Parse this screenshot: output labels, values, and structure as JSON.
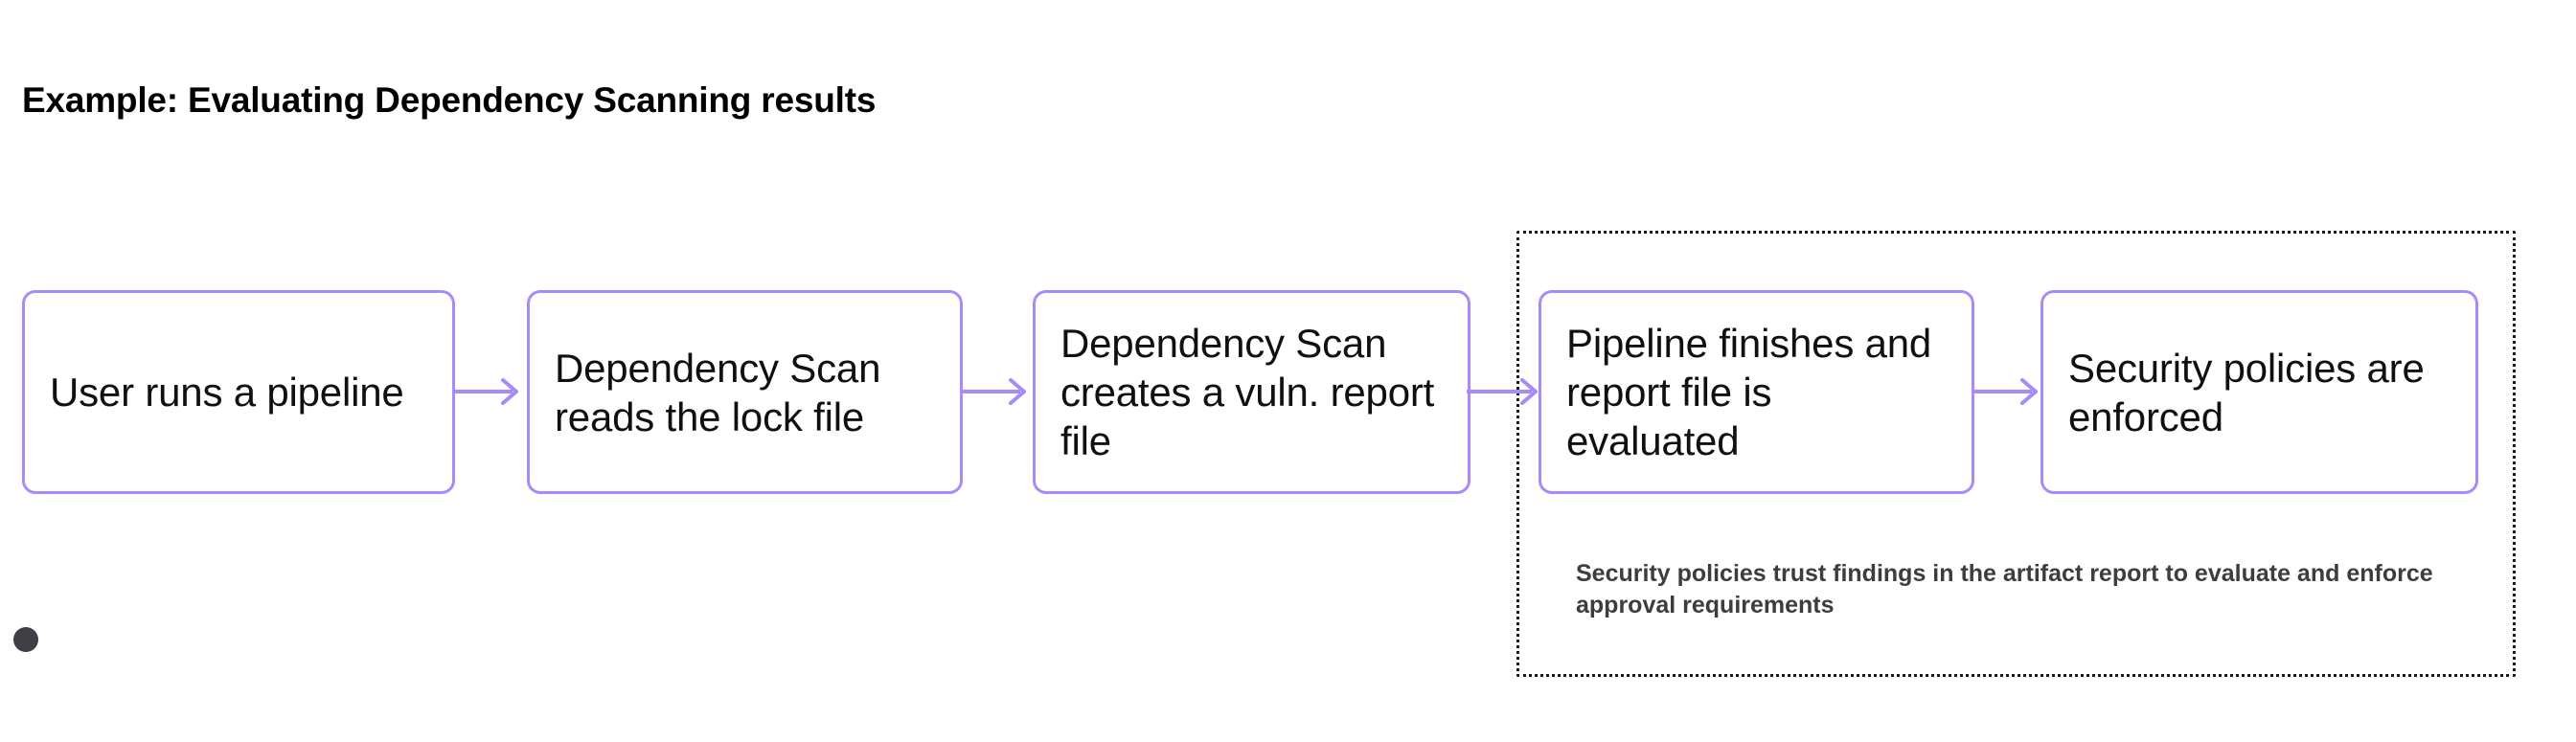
{
  "diagram": {
    "title": "Example: Evaluating Dependency Scanning results",
    "type": "flowchart",
    "accent_color": "#a78bfa",
    "node_text_color": "#101010",
    "group_border_color": "#1b1b1b",
    "caption_color": "#3d3d3d",
    "background": "#ffffff",
    "nodes": [
      {
        "id": "node-1",
        "label": "User runs a pipeline"
      },
      {
        "id": "node-2",
        "label": "Dependency Scan reads the lock file"
      },
      {
        "id": "node-3",
        "label": "Dependency Scan creates a vuln. report file"
      },
      {
        "id": "node-4",
        "label": "Pipeline finishes and report file is evaluated"
      },
      {
        "id": "node-5",
        "label": "Security policies are enforced"
      }
    ],
    "connectors": [
      {
        "id": "connector-1",
        "from": "node-1",
        "to": "node-2",
        "style": "arrow-right"
      },
      {
        "id": "connector-2",
        "from": "node-2",
        "to": "node-3",
        "style": "arrow-right"
      },
      {
        "id": "connector-3",
        "from": "node-3",
        "to": "node-4",
        "style": "arrow-right"
      },
      {
        "id": "connector-4",
        "from": "node-4",
        "to": "node-5",
        "style": "arrow-right"
      }
    ],
    "group": {
      "id": "policy-group",
      "border_style": "dotted",
      "contains": [
        "node-4",
        "node-5"
      ],
      "caption": "Security policies trust findings in the artifact report to evaluate and enforce approval requirements"
    },
    "handles": [
      {
        "id": "left-handle-dot",
        "icon": "connection-dot",
        "color": "#3f3f46"
      }
    ]
  }
}
